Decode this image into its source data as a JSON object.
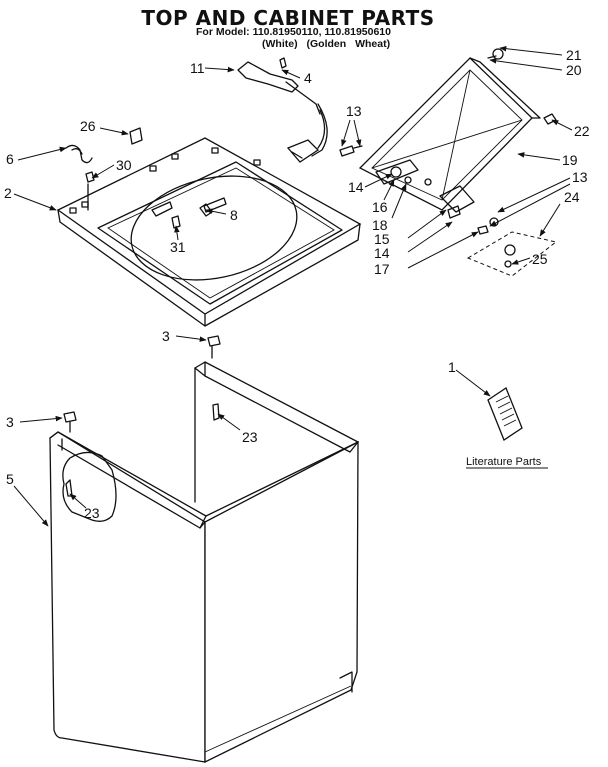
{
  "header": {
    "title": "TOP AND CABINET PARTS",
    "model_line": "For Model: 110.81950110, 110.81950610",
    "color_line": "(White)   (Golden Wheat)"
  },
  "callouts": {
    "c1": "1",
    "c2": "2",
    "c3a": "3",
    "c3b": "3",
    "c4": "4",
    "c5": "5",
    "c6": "6",
    "c8": "8",
    "c11": "11",
    "c13a": "13",
    "c13b": "13",
    "c14a": "14",
    "c14b": "14",
    "c15": "15",
    "c16": "16",
    "c17": "17",
    "c18": "18",
    "c19": "19",
    "c20": "20",
    "c21": "21",
    "c22": "22",
    "c23a": "23",
    "c23b": "23",
    "c24": "24",
    "c25": "25",
    "c26": "26",
    "c30": "30",
    "c31": "31"
  },
  "literature": {
    "label": "Literature Parts"
  }
}
